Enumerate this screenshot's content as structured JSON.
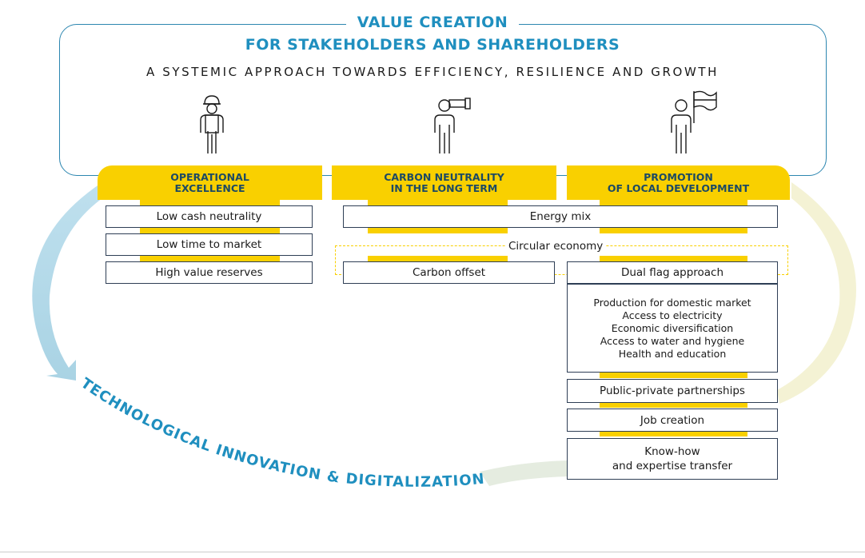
{
  "header": {
    "title_line1": "VALUE CREATION",
    "title_line2": "FOR STAKEHOLDERS AND SHAREHOLDERS",
    "subtitle": "A SYSTEMIC APPROACH TOWARDS EFFICIENCY, RESILIENCE AND GROWTH",
    "icons": [
      "worker-icon",
      "binoculars-person-icon",
      "flag-person-icon"
    ]
  },
  "pillars": [
    {
      "line1": "OPERATIONAL",
      "line2": "EXCELLENCE"
    },
    {
      "line1": "CARBON NEUTRALITY",
      "line2": "IN THE LONG TERM"
    },
    {
      "line1": "PROMOTION",
      "line2": "OF LOCAL DEVELOPMENT"
    }
  ],
  "operational": [
    "Low cash neutrality",
    "Low time to market",
    "High value reserves"
  ],
  "carbon": {
    "energy_mix": "Energy mix",
    "circular_economy": "Circular economy",
    "carbon_offset": "Carbon offset"
  },
  "local": {
    "dual_flag": "Dual flag approach",
    "details": [
      "Production for domestic market",
      "Access to electricity",
      "Economic diversification",
      "Access to water and hygiene",
      "Health and education"
    ],
    "partnerships": "Public-private partnerships",
    "job_creation": "Job creation",
    "knowhow_line1": "Know-how",
    "knowhow_line2": "and expertise transfer"
  },
  "arc_label": "TECHNOLOGICAL INNOVATION & DIGITALIZATION",
  "colors": {
    "accent_yellow": "#f9d000",
    "title_blue": "#1f8fbf",
    "arc_blue": "#a9d3e4",
    "arc_yellow": "#f4f2d4",
    "navy": "#1d4a63"
  }
}
